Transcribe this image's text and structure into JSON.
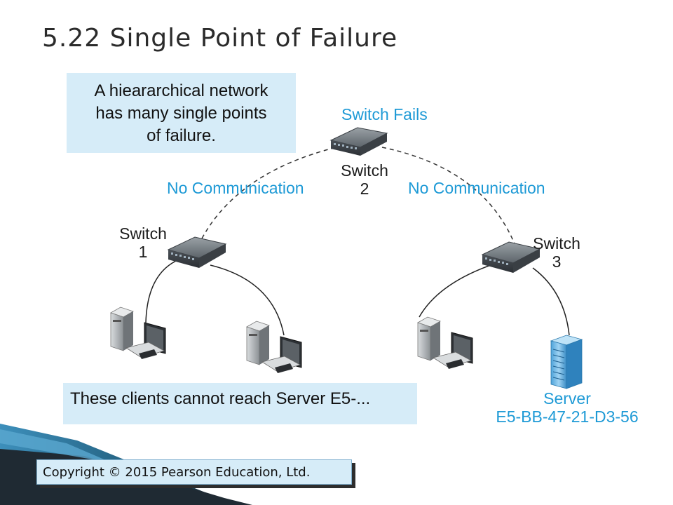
{
  "slide": {
    "title": "5.22 Single Point of Failure"
  },
  "callouts": {
    "top_lines": [
      "A hieararchical network",
      "has many single points",
      "of failure."
    ],
    "bottom": "These clients cannot reach Server E5-..."
  },
  "labels": {
    "switch_fails": "Switch Fails",
    "switch2_line1": "Switch",
    "switch2_line2": "2",
    "no_comm_left": "No Communication",
    "no_comm_right": "No Communication",
    "switch1_line1": "Switch",
    "switch1_line2": "1",
    "switch3_line1": "Switch",
    "switch3_line2": "3",
    "server_line1": "Server",
    "server_line2": "E5-BB-47-21-D3-56"
  },
  "footer": {
    "copyright": "Copyright © 2015 Pearson Education, Ltd."
  },
  "colors": {
    "accent_blue": "#1e9ad6",
    "callout_fill": "#d6ecf8",
    "ribbon_dark": "#1f2a33",
    "ribbon_teal": "#2f7fa8"
  },
  "icons": [
    "switch-icon",
    "desktop-computer-icon",
    "server-icon"
  ]
}
